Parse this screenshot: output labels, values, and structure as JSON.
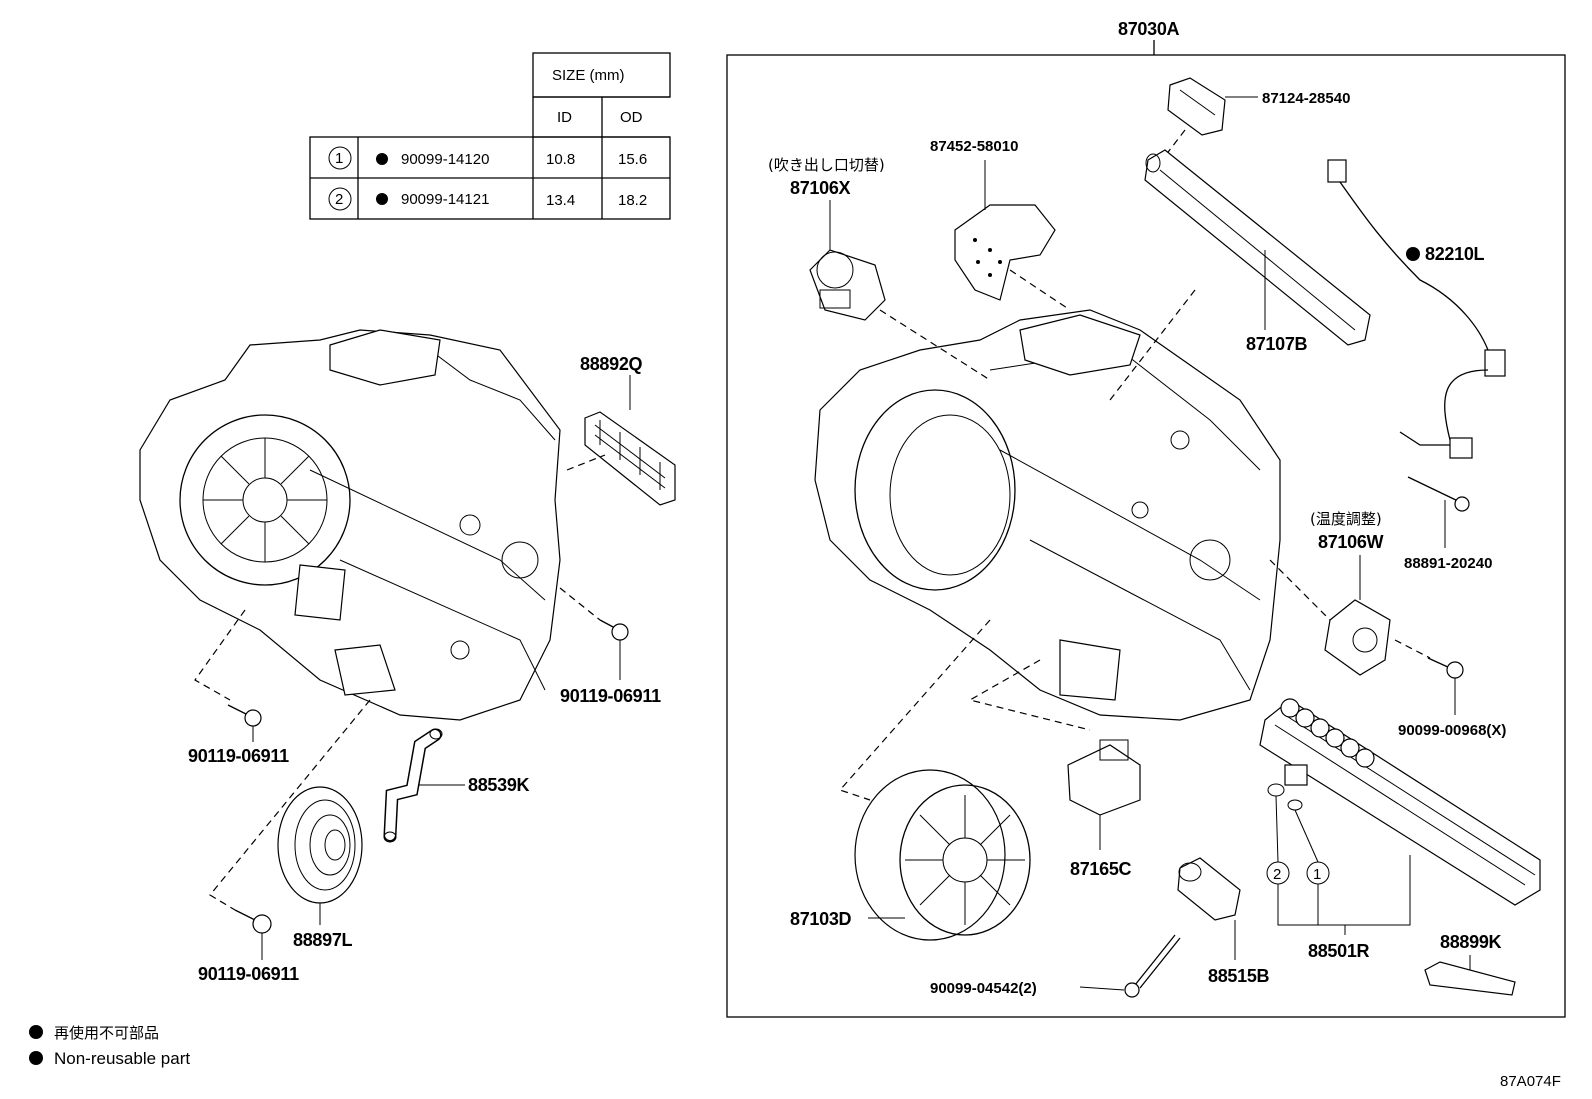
{
  "size_table": {
    "header": "SIZE (mm)",
    "col_id": "ID",
    "col_od": "OD",
    "rows": [
      {
        "idx": "1",
        "part": "90099-14120",
        "id": "10.8",
        "od": "15.6"
      },
      {
        "idx": "2",
        "part": "90099-14121",
        "id": "13.4",
        "od": "18.2"
      }
    ]
  },
  "labels": {
    "assembly": "87030A",
    "p87124": "87124-28540",
    "p87452": "87452-58010",
    "p87106x_jp": "(吹き出し口切替)",
    "p87106x": "87106X",
    "p87107b": "87107B",
    "p82210l": "82210L",
    "p88891": "88891-20240",
    "p87106w_jp": "(温度調整)",
    "p87106w": "87106W",
    "p90099_968": "90099-00968(X)",
    "p87165c": "87165C",
    "p87103d": "87103D",
    "p90099_4542": "90099-04542(2)",
    "p88515b": "88515B",
    "p88501r": "88501R",
    "p88899k": "88899K",
    "p88892q": "88892Q",
    "p90119_a": "90119-06911",
    "p90119_b": "90119-06911",
    "p90119_c": "90119-06911",
    "p88539k": "88539K",
    "p88897l": "88897L",
    "circle1": "1",
    "circle2": "2"
  },
  "legend": {
    "jp": "再使用不可部品",
    "en": "Non-reusable part"
  },
  "figure_code": "87A074F"
}
